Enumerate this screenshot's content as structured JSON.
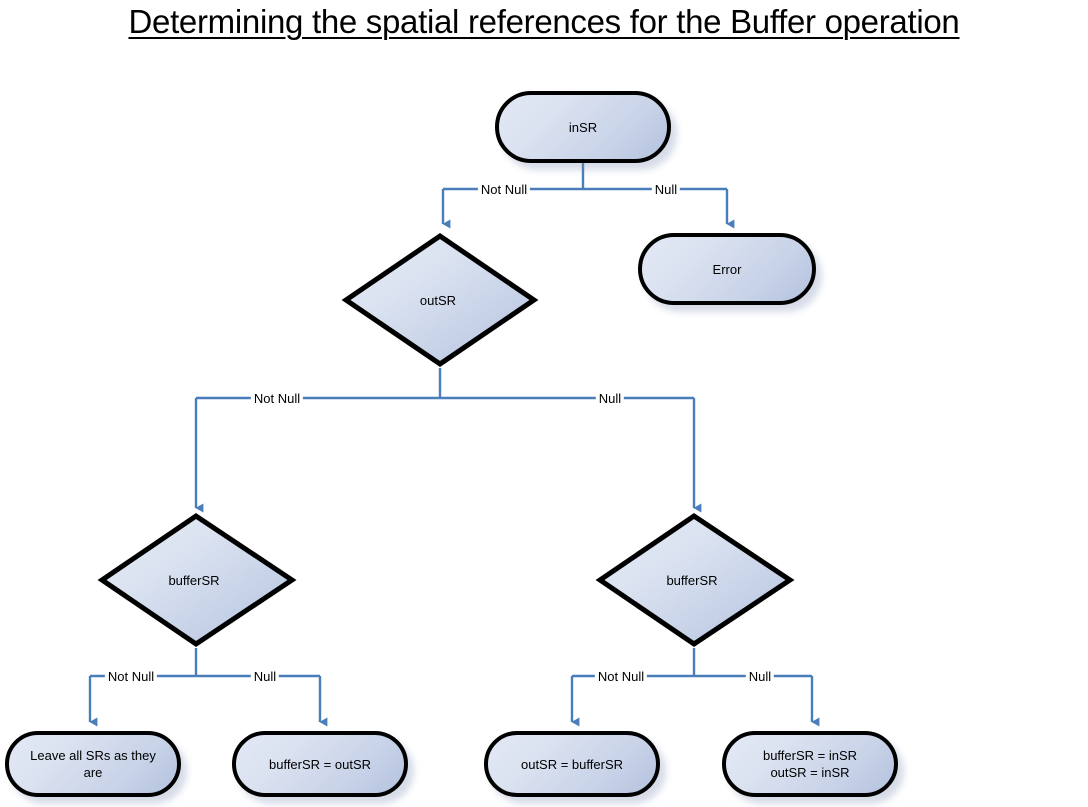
{
  "title": "Determining the spatial references for the Buffer operation",
  "colors": {
    "connector": "#4a7ebb",
    "node_border": "#000000",
    "node_fill_light": "#e3e9f5",
    "node_fill_dark": "#b4c2de",
    "text": "#000000",
    "background": "#ffffff"
  },
  "nodes": {
    "insr": {
      "label": "inSR",
      "shape": "stadium"
    },
    "error": {
      "label": "Error",
      "shape": "stadium"
    },
    "outsr": {
      "label": "outSR",
      "shape": "diamond"
    },
    "buffersr_left": {
      "label": "bufferSR",
      "shape": "diamond"
    },
    "buffersr_right": {
      "label": "bufferSR",
      "shape": "diamond"
    },
    "leave_all": {
      "label": "Leave all SRs as they are",
      "shape": "stadium"
    },
    "buffersr_eq_outsr": {
      "label": "bufferSR = outSR",
      "shape": "stadium"
    },
    "outsr_eq_buffersr": {
      "label": "outSR = bufferSR",
      "shape": "stadium"
    },
    "buffersr_outsr_eq_insr": {
      "label": "bufferSR = inSR\noutSR = inSR",
      "shape": "stadium"
    }
  },
  "edges": {
    "insr_not_null": "Not Null",
    "insr_null": "Null",
    "outsr_not_null": "Not Null",
    "outsr_null": "Null",
    "bufferleft_not_null": "Not Null",
    "bufferleft_null": "Null",
    "bufferright_not_null": "Not Null",
    "bufferright_null": "Null"
  }
}
